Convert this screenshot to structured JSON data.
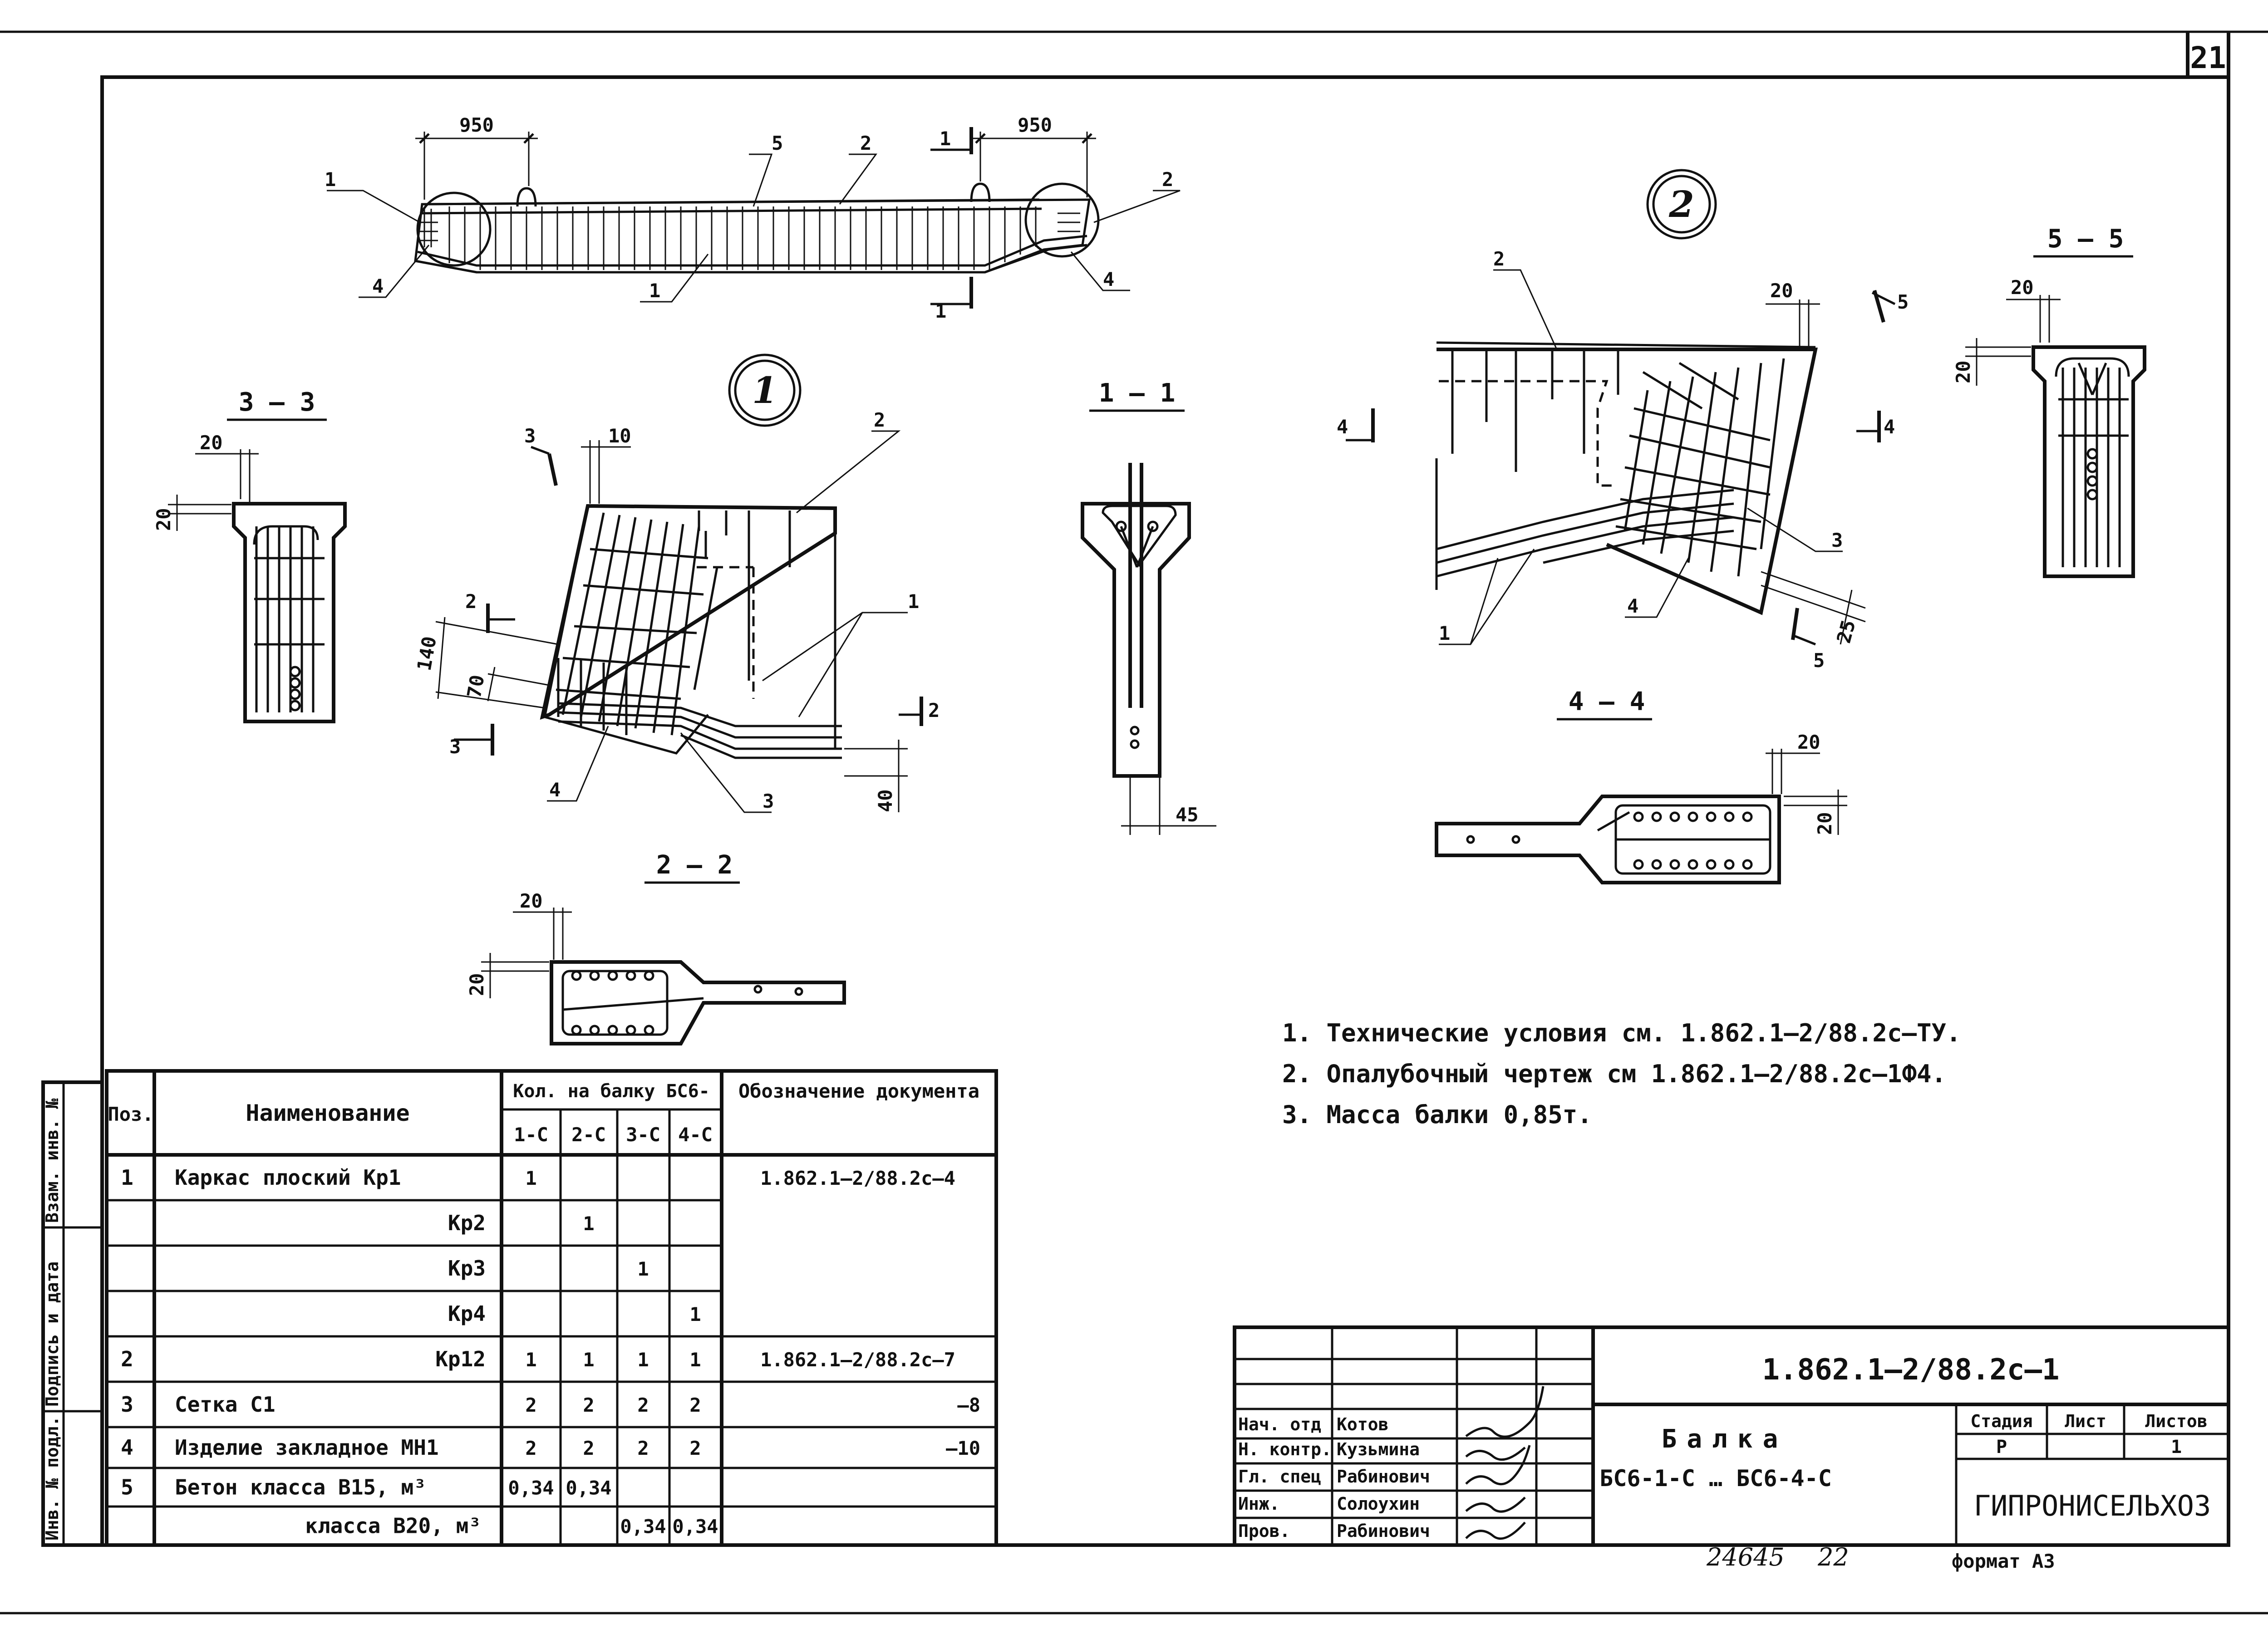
{
  "sheet_number": "21",
  "format_label": "формат А3",
  "archive_number": "24645",
  "archive_page": "22",
  "drawing": {
    "top_dim_left": "950",
    "top_dim_right": "950",
    "callouts": {
      "c1": "1",
      "c2": "2",
      "c3": "3",
      "c4": "4",
      "c5": "5"
    },
    "detail_1": "1",
    "detail_2": "2",
    "section_1_1": "1 – 1",
    "section_2_2": "2 – 2",
    "section_3_3": "3 – 3",
    "section_4_4": "4 – 4",
    "section_5_5": "5 – 5",
    "dims": {
      "d10": "10",
      "d20": "20",
      "d25": "25",
      "d40": "40",
      "d45": "45",
      "d70": "70",
      "d140": "140"
    }
  },
  "notes": [
    "1. Технические условия см. 1.862.1–2/88.2с–ТУ.",
    "2. Опалубочный чертеж см 1.862.1–2/88.2с–1Ф4.",
    "3. Масса балки 0,85т."
  ],
  "margin_stamps": [
    "Инв. № подл.",
    "Подпись и дата",
    "Взам. инв. №"
  ],
  "spec_table": {
    "headers": {
      "pos": "Поз.",
      "name": "Наименование",
      "qty_group": "Кол. на балку БС6-",
      "qty_cols": [
        "1-С",
        "2-С",
        "3-С",
        "4-С"
      ],
      "doc": "Обозначение документа"
    },
    "rows": [
      {
        "pos": "1",
        "name": "Каркас плоский Кр1",
        "q": [
          "1",
          "",
          "",
          ""
        ],
        "doc": "1.862.1–2/88.2с–4"
      },
      {
        "pos": "",
        "name": "Кр2",
        "q": [
          "",
          "1",
          "",
          ""
        ],
        "doc": ""
      },
      {
        "pos": "",
        "name": "Кр3",
        "q": [
          "",
          "",
          "1",
          ""
        ],
        "doc": ""
      },
      {
        "pos": "",
        "name": "Кр4",
        "q": [
          "",
          "",
          "",
          "1"
        ],
        "doc": ""
      },
      {
        "pos": "2",
        "name": "Кр12",
        "q": [
          "1",
          "1",
          "1",
          "1"
        ],
        "doc": "1.862.1–2/88.2с–7"
      },
      {
        "pos": "3",
        "name": "Сетка С1",
        "q": [
          "2",
          "2",
          "2",
          "2"
        ],
        "doc": "–8"
      },
      {
        "pos": "4",
        "name": "Изделие закладное МН1",
        "q": [
          "2",
          "2",
          "2",
          "2"
        ],
        "doc": "–10"
      },
      {
        "pos": "5",
        "name": "Бетон класса В15, м³",
        "q": [
          "0,34",
          "0,34",
          "",
          ""
        ],
        "doc": ""
      },
      {
        "pos": "",
        "name": "класса В20, м³",
        "q": [
          "",
          "",
          "0,34",
          "0,34"
        ],
        "doc": ""
      }
    ]
  },
  "title_block": {
    "designation": "1.862.1–2/88.2с–1",
    "title": "Балка",
    "subtitle": "БС6-1-С … БС6-4-С",
    "stage_label": "Стадия",
    "sheet_label": "Лист",
    "sheets_label": "Листов",
    "stage": "Р",
    "sheet": "",
    "sheets": "1",
    "org": "ГИПРОНИСЕЛЬХОЗ",
    "signers": [
      {
        "role": "Нач. отд",
        "name": "Котов"
      },
      {
        "role": "Н. контр.",
        "name": "Кузьмина"
      },
      {
        "role": "Гл. спец",
        "name": "Рабинович"
      },
      {
        "role": "Инж.",
        "name": "Солоухин"
      },
      {
        "role": "Пров.",
        "name": "Рабинович"
      }
    ]
  }
}
